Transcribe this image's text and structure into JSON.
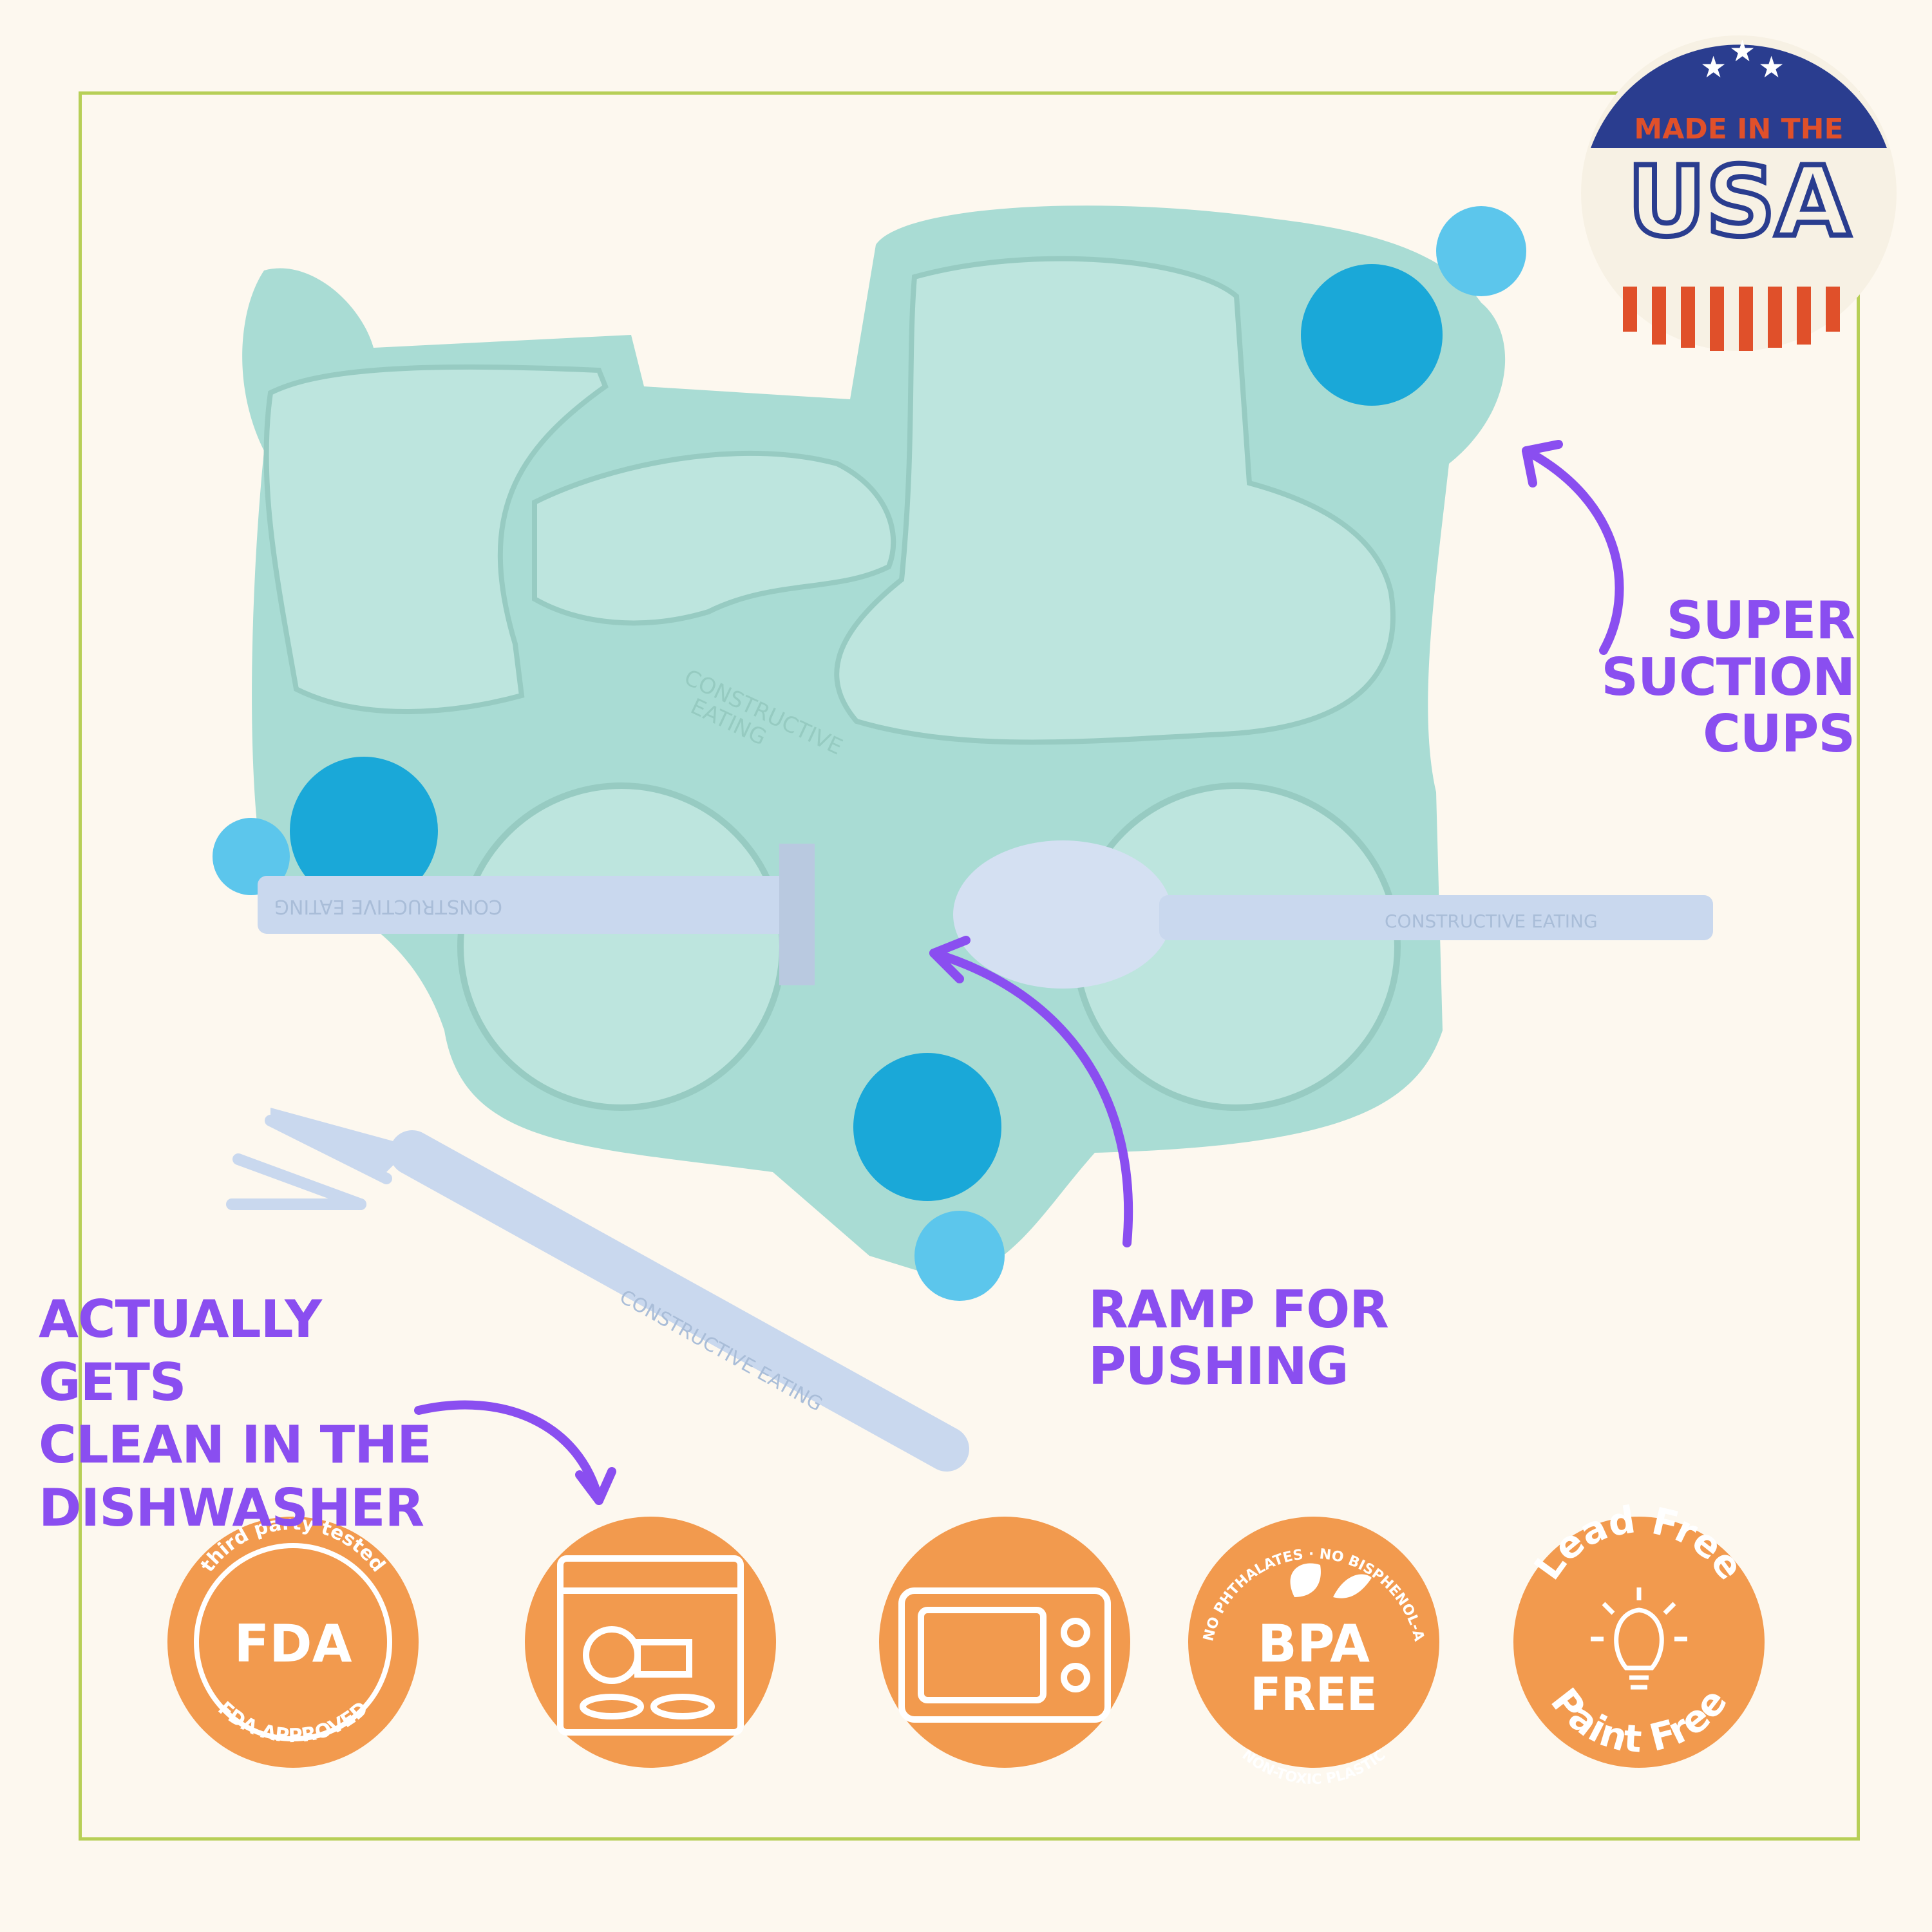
{
  "made_in": {
    "line1": "MADE IN THE",
    "line2": "USA"
  },
  "callouts": {
    "suction": "SUPER\nSUCTION CUPS",
    "ramp": "RAMP FOR PUSHING",
    "dishwasher": "ACTUALLY GETS\nCLEAN IN THE\nDISHWASHER"
  },
  "product": {
    "plate_engraving_1": "CONSTRUCTIVE",
    "plate_engraving_2": "EATING",
    "utensil_engraving": "CONSTRUCTIVE EATING"
  },
  "badges": {
    "fda": {
      "top_arc": "third party tested",
      "center": "FDA",
      "bottom_arc": "FDA APPROVED",
      "icon": "fda-seal"
    },
    "dishwasher": {
      "icon": "dishwasher-icon"
    },
    "microwave": {
      "icon": "microwave-icon"
    },
    "bpa": {
      "top_arc": "NO PHTHALATES · NO BISPHENOL-A",
      "bottom_arc": "NON-TOXIC PLASTIC",
      "line1": "BPA",
      "line2": "FREE",
      "icon": "leaf-icon"
    },
    "lead": {
      "top_arc": "Lead Free",
      "bottom_arc": "Paint Free",
      "icon": "lightbulb-icon"
    }
  },
  "colors": {
    "background": "#fdf8ef",
    "frame": "#b7cf57",
    "callout_purple": "#8a4ef0",
    "badge_orange": "#f29a4e",
    "plate_mint": "#a9dcd4",
    "suction_blue": "#1aa8d8",
    "utensil_blue": "#c9d8ee"
  }
}
